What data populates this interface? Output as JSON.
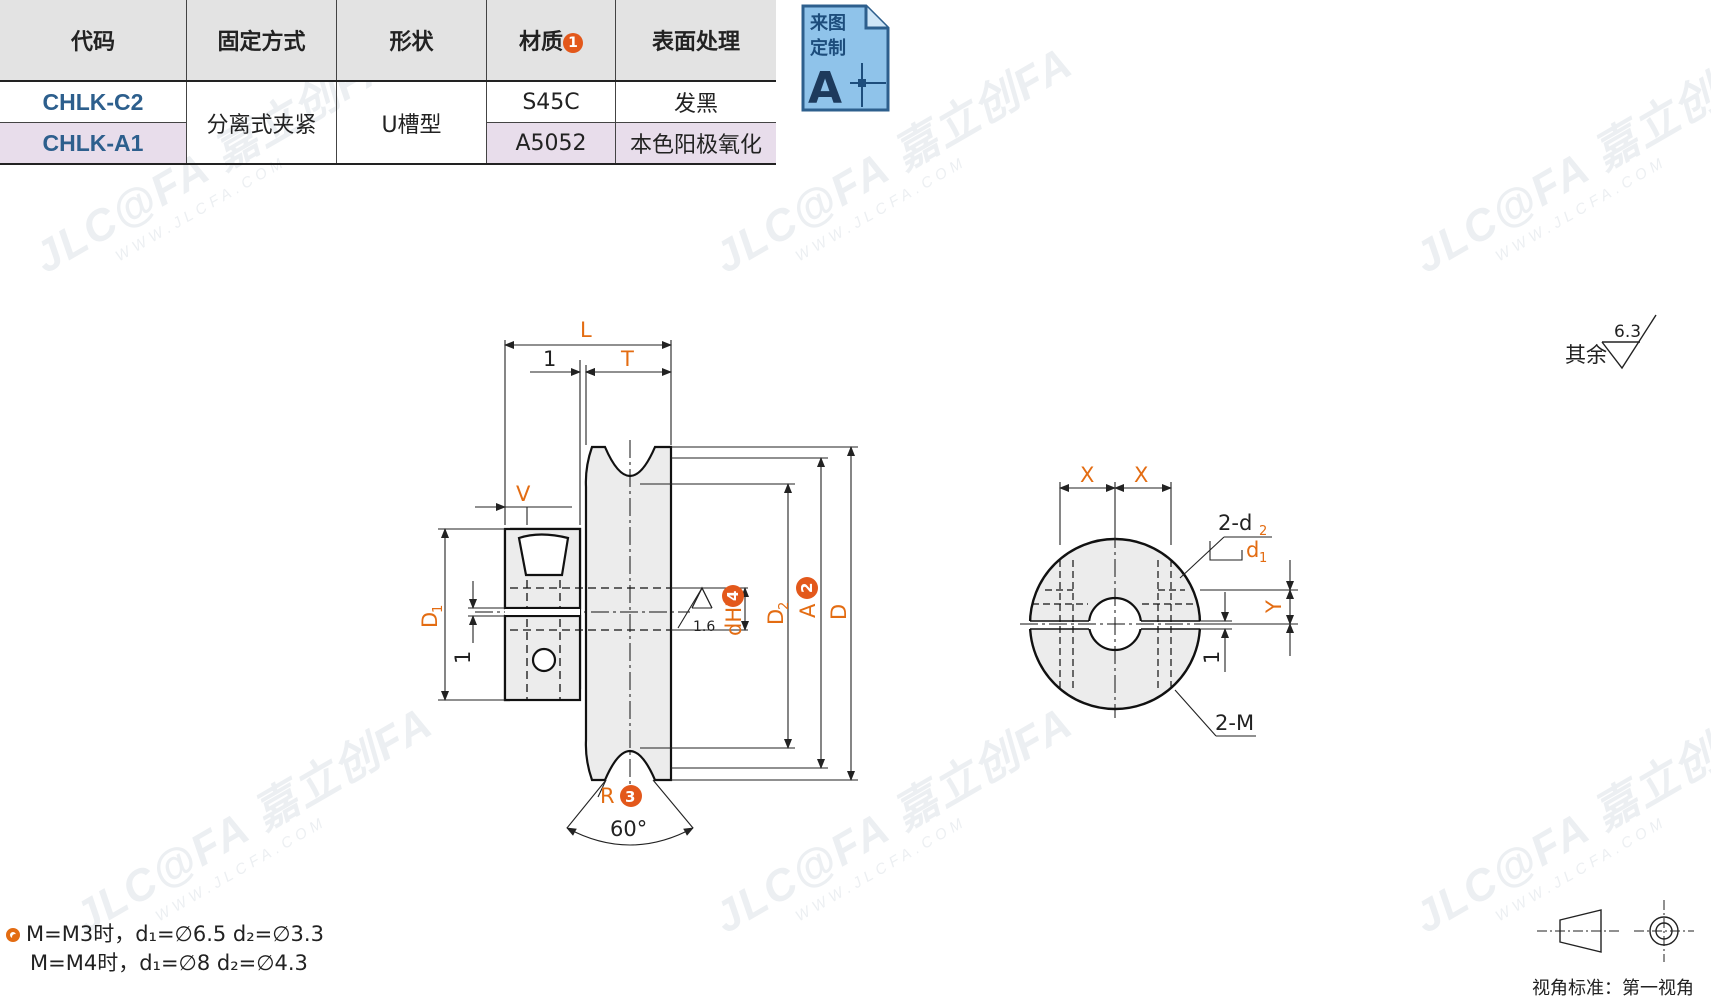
{
  "table": {
    "headers": {
      "code": "代码",
      "fixing": "固定方式",
      "shape": "形状",
      "material": "材质",
      "material_badge": "1",
      "surface": "表面处理"
    },
    "rows": [
      {
        "code": "CHLK-C2",
        "material": "S45C",
        "surface": "发黑"
      },
      {
        "code": "CHLK-A1",
        "material": "A5052",
        "surface": "本色阳极氧化"
      }
    ],
    "fixing_value": "分离式夹紧",
    "shape_value": "U槽型"
  },
  "custom_badge": {
    "line1": "来图",
    "line2": "定制",
    "letter": "A"
  },
  "watermark": {
    "brand": "JLC@FA 嘉立创FA",
    "site": "WWW.JLCFA.COM"
  },
  "drawing": {
    "labels": {
      "L": "L",
      "one_top": "1",
      "T": "T",
      "V": "V",
      "D1": "D",
      "D1_sub": "1",
      "one_left": "1",
      "roughness_local": "1.6",
      "dH7": "dH7",
      "badge4": "4",
      "D2": "D",
      "D2_sub": "2",
      "A": "A",
      "badge2": "2",
      "D": "D",
      "R": "R",
      "badge3": "3",
      "angle": "60°",
      "X1": "X",
      "X2": "X",
      "d2_label": "2-d",
      "d2_sub": "2",
      "d1_label": "d",
      "d1_sub": "1",
      "Y": "Y",
      "one_right": "1",
      "M_label": "2-M"
    },
    "roughness": {
      "prefix": "其余",
      "value": "6.3"
    },
    "view_standard": "视角标准：第一视角"
  },
  "notes": [
    "M=M3时，d₁=∅6.5   d₂=∅3.3",
    "M=M4时，d₁=∅8      d₂=∅4.3"
  ],
  "colors": {
    "accent": "#e36c12",
    "code_blue": "#2d5f8d",
    "row_highlight": "#e8ddeb",
    "header_bg": "#e3e3e3",
    "badge_blue": "#8fc3ea"
  }
}
